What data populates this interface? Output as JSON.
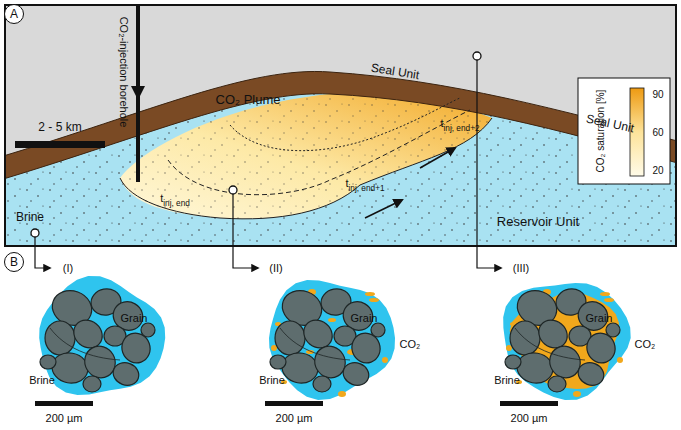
{
  "diagram": {
    "nodes": [
      {
        "text": [
          "A"
        ]
      },
      {
        "text": [
          "B"
        ]
      }
    ],
    "labels": [
      "CO₂-injection borehole",
      "2 - 5 km",
      "Seal Unit",
      "CO₂ Plume",
      "Seal Unit",
      "tinj, end+2",
      "tinj, end+1",
      "tinj, end",
      "Brine",
      "Reservoir Unit",
      "CO₂ saturation [%]",
      "90",
      "60",
      "20",
      "(I)",
      "(II)",
      "(III)",
      "Grain",
      "Brine",
      "200 µm",
      "Grain",
      "Brine",
      "CO₂",
      "200 µm",
      "Grain",
      "Brine",
      "CO₂",
      "200 µm"
    ]
  }
}
